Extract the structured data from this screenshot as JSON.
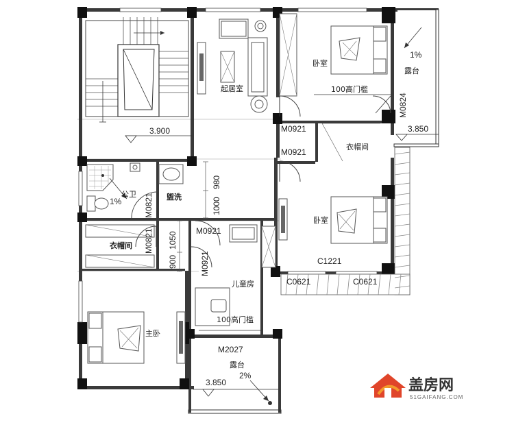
{
  "rooms": {
    "living": "起居室",
    "bedroom_north": "卧室",
    "bedroom_east": "卧室",
    "closet_east": "衣帽间",
    "closet_west": "衣帽间",
    "public_bath": "公卫",
    "wash": "盥洗",
    "kids_room": "儿童房",
    "master": "主卧",
    "terrace_east": "露台",
    "terrace_south": "露台"
  },
  "doors": {
    "m0921_a": "M0921",
    "m0921_b": "M0921",
    "m0921_c": "M0921",
    "m0921_d": "M0921",
    "m0821_a": "M0821",
    "m0821_b": "M0821",
    "m0824": "M0824",
    "m2027": "M2027"
  },
  "windows": {
    "c1221": "C1221",
    "c0621_a": "C0621",
    "c0621_b": "C0621"
  },
  "sills": {
    "sill_north": "100高门槛",
    "sill_kids": "100高门槛"
  },
  "levels": {
    "stair": "3.900",
    "terrace_east": "3.850",
    "terrace_south": "3.850"
  },
  "slopes": {
    "bath": "1%",
    "terrace_east": "1%",
    "terrace_south": "2%"
  },
  "dims": {
    "d980": "980",
    "d1000": "1000",
    "d1050": "1050",
    "d900": "900"
  },
  "logo": {
    "name": "盖房网",
    "url": "51GAIFANG.COM"
  },
  "colors": {
    "wall": "#3a3a3a",
    "logo_red": "#e0452a",
    "logo_orange": "#f39a2b"
  }
}
